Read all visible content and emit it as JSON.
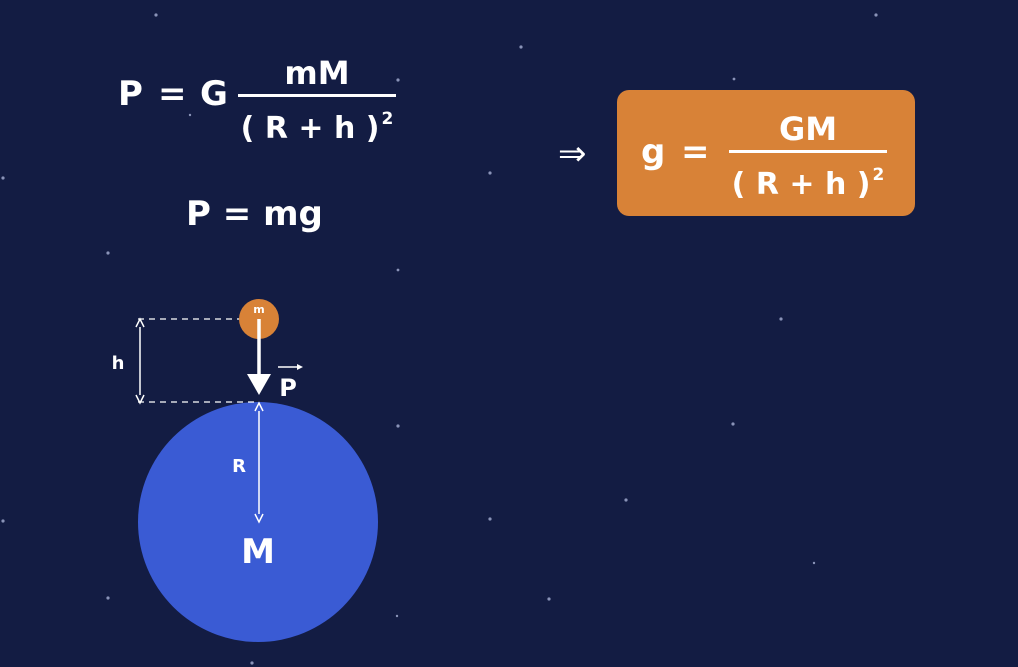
{
  "formula_gravitation": {
    "lhs": "P",
    "equals": "=",
    "constant": "G",
    "numerator": "mM",
    "denominator": "( R + h )",
    "exponent": "2"
  },
  "formula_weight": {
    "text": "P  =  mg"
  },
  "implies_symbol": "⇒",
  "result": {
    "lhs": "g",
    "equals": "=",
    "numerator": "GM",
    "denominator": "( R + h )",
    "exponent": "2",
    "box_color": "#d88237"
  },
  "diagram": {
    "small_mass_label": "m",
    "height_label": "h",
    "radius_label": "R",
    "planet_label": "M",
    "force_label": "P",
    "planet_color": "#3a5bd4",
    "small_mass_color": "#d88237"
  },
  "background_color": "#131c43"
}
